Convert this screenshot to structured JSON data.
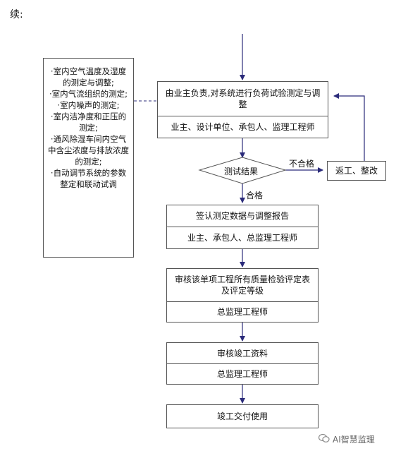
{
  "heading": "续:",
  "notes": [
    "·室内空气温度及湿度的测定与调整;",
    "·室内气流组织的测定;",
    "·室内噪声的测定;",
    "·室内洁净度和正压的测定;",
    "·通风除湿车间内空气中含尘浓度与排放浓度的测定;",
    "·自动调节系统的参数整定和联动试调"
  ],
  "step1": {
    "action": "由业主负责,对系统进行负荷试验测定与调整",
    "parties": "业主、设计单位、承包人、监理工程师"
  },
  "decision": {
    "label": "测试结果",
    "fail": "不合格",
    "pass": "合格"
  },
  "rework": "返工、整改",
  "step2": {
    "action": "签认测定数据与调整报告",
    "parties": "业主、承包人、总监理工程师"
  },
  "step3": {
    "action": "审核该单项工程所有质量检验评定表及评定等级",
    "parties": "总监理工程师"
  },
  "step4": {
    "action": "审核竣工资料",
    "parties": "总监理工程师"
  },
  "step5": "竣工交付使用",
  "watermark": "AI智慧监理"
}
